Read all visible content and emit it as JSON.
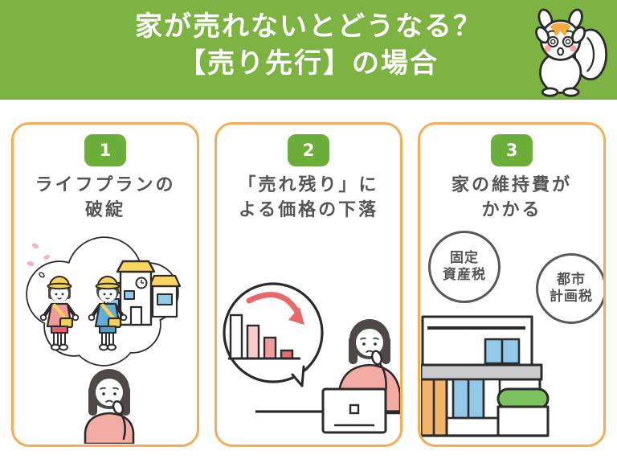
{
  "header": {
    "title_line1": "家が売れないとどうなる？",
    "title_line2": "【売り先行】の場合",
    "mascot": "shocked-squirrel-icon",
    "bg_color": "#7CB342",
    "text_color": "#FFFFFF"
  },
  "panels": [
    {
      "number": "1",
      "title_line1": "ライフプランの",
      "title_line2": "破綻",
      "illustration": "woman-worrying-about-children-and-school"
    },
    {
      "number": "2",
      "title_line1": "「売れ残り」に",
      "title_line2": "よる価格の下落",
      "illustration": "declining-bar-chart-and-woman-at-laptop"
    },
    {
      "number": "3",
      "title_line1": "家の維持費が",
      "title_line2": "かかる",
      "illustration": "two-story-house",
      "tax_badges": [
        {
          "line1": "固定",
          "line2": "資産税"
        },
        {
          "line1": "都市",
          "line2": "計画税"
        }
      ]
    }
  ],
  "colors": {
    "header_green": "#7CB342",
    "badge_green": "#6CAE3A",
    "card_border_orange": "#F6AC55",
    "title_gray": "#555555",
    "outline_dark": "#2B2B2B",
    "accent_red": "#E7696B",
    "bar_pink_light": "#F7CCCC",
    "bar_pink_mid": "#F19C9C",
    "shirt_pink": "#F2ACA4",
    "dress_pink": "#F09A9E",
    "outfit_blue": "#63AED4",
    "yellow": "#F6D158",
    "roof_yellow": "#F9D45F",
    "window_blue": "#92C8E8",
    "slab_gray": "#CBCBCD",
    "wall_orange": "#F3B469",
    "hedge_green": "#7CC35F",
    "hair_dark": "#4F4848",
    "petal_pink": "#F6AFC0",
    "cheek_pink": "#F7A8A5"
  }
}
